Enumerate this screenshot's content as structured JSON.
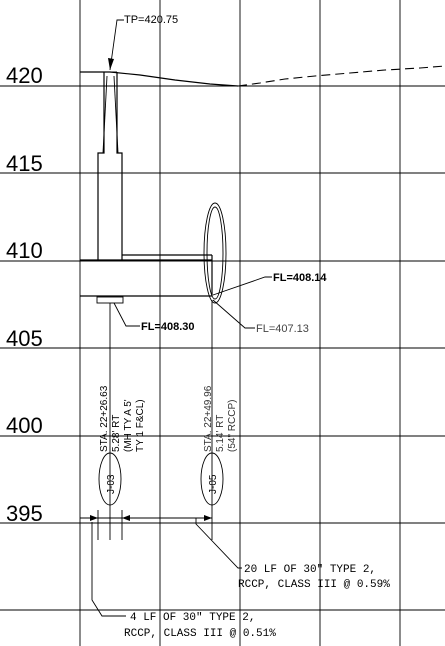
{
  "elevation_labels": [
    "420",
    "415",
    "410",
    "405",
    "400",
    "395"
  ],
  "callouts": {
    "top_of_pipe": "TP=420.75",
    "flowline_right_upper": "FL=408.14",
    "flowline_right_lower": "FL=407.13",
    "flowline_left": "FL=408.30"
  },
  "structures": [
    {
      "id": "J-03",
      "station": "STA. 22+26.63",
      "offset": "5.28' RT",
      "detail_1": "(MH TY A 5'",
      "detail_2": "TY 1 F&CL)"
    },
    {
      "id": "J-05",
      "station": "STA. 22+49.96",
      "offset": "5.14' RT",
      "detail_1": "(54\" RCCP)"
    }
  ],
  "pipe_notes": [
    {
      "line1": "20 LF OF 30\" TYPE 2,",
      "line2": "RCCP, CLASS III @ 0.59%"
    },
    {
      "line1": "4 LF OF 30\" TYPE 2,",
      "line2": "RCCP, CLASS III @ 0.51%"
    }
  ],
  "icons": {
    "structure_tag": "oval-tag-icon",
    "arrow": "arrowhead-icon"
  }
}
